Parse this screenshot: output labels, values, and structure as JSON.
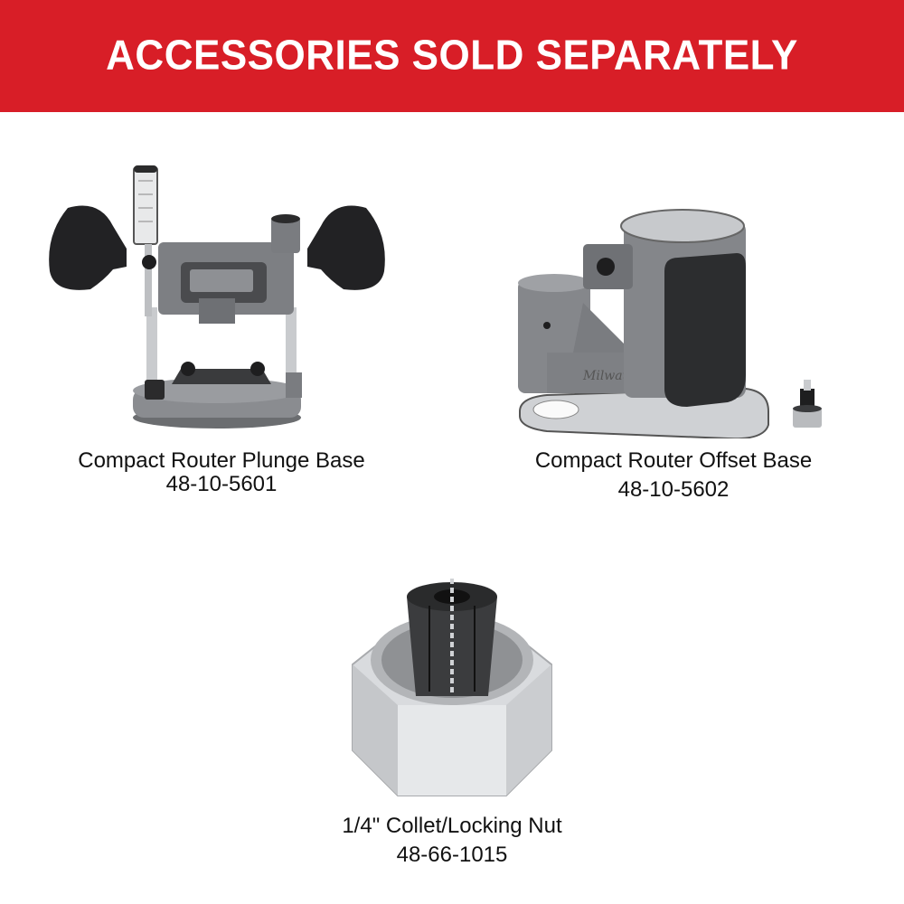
{
  "banner": {
    "title": "ACCESSORIES SOLD SEPARATELY",
    "background_color": "#D81E27",
    "text_color": "#FFFFFF"
  },
  "products": [
    {
      "name": "Compact Router Plunge Base",
      "part_number": "48-10-5601",
      "image_icon": "router-plunge-base-image"
    },
    {
      "name": "Compact Router Offset Base",
      "part_number": "48-10-5602",
      "image_icon": "router-offset-base-image",
      "brand_mark": "Milwaukee"
    },
    {
      "name": "1/4\" Collet/Locking Nut",
      "part_number": "48-66-1015",
      "image_icon": "collet-locking-nut-image"
    }
  ]
}
